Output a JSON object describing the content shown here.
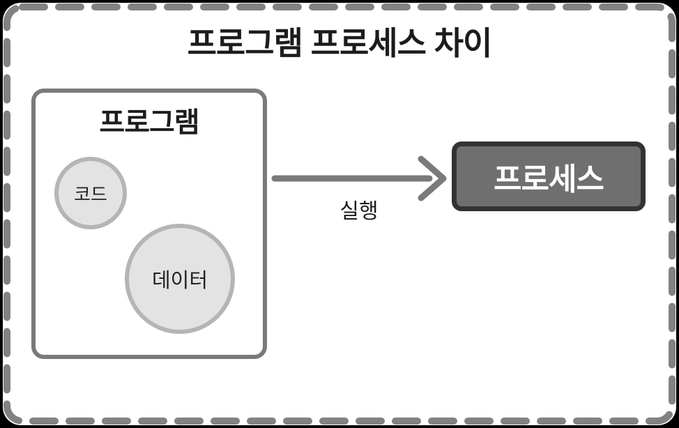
{
  "title": "프로그램 프로세스 차이",
  "program": {
    "label": "프로그램",
    "items": [
      {
        "label": "코드"
      },
      {
        "label": "데이터"
      }
    ]
  },
  "arrow": {
    "label": "실행"
  },
  "process": {
    "label": "프로세스"
  },
  "colors": {
    "background": "#000000",
    "canvas": "#ffffff",
    "dashed_border": "#828282",
    "program_border": "#7a7a7a",
    "circle_fill": "#e3e3e3",
    "circle_border": "#b5b5b5",
    "arrow": "#7a7a7a",
    "process_fill": "#6f6f6f",
    "process_border": "#333333",
    "text_dark": "#1c1c1c",
    "text_light": "#ffffff"
  }
}
